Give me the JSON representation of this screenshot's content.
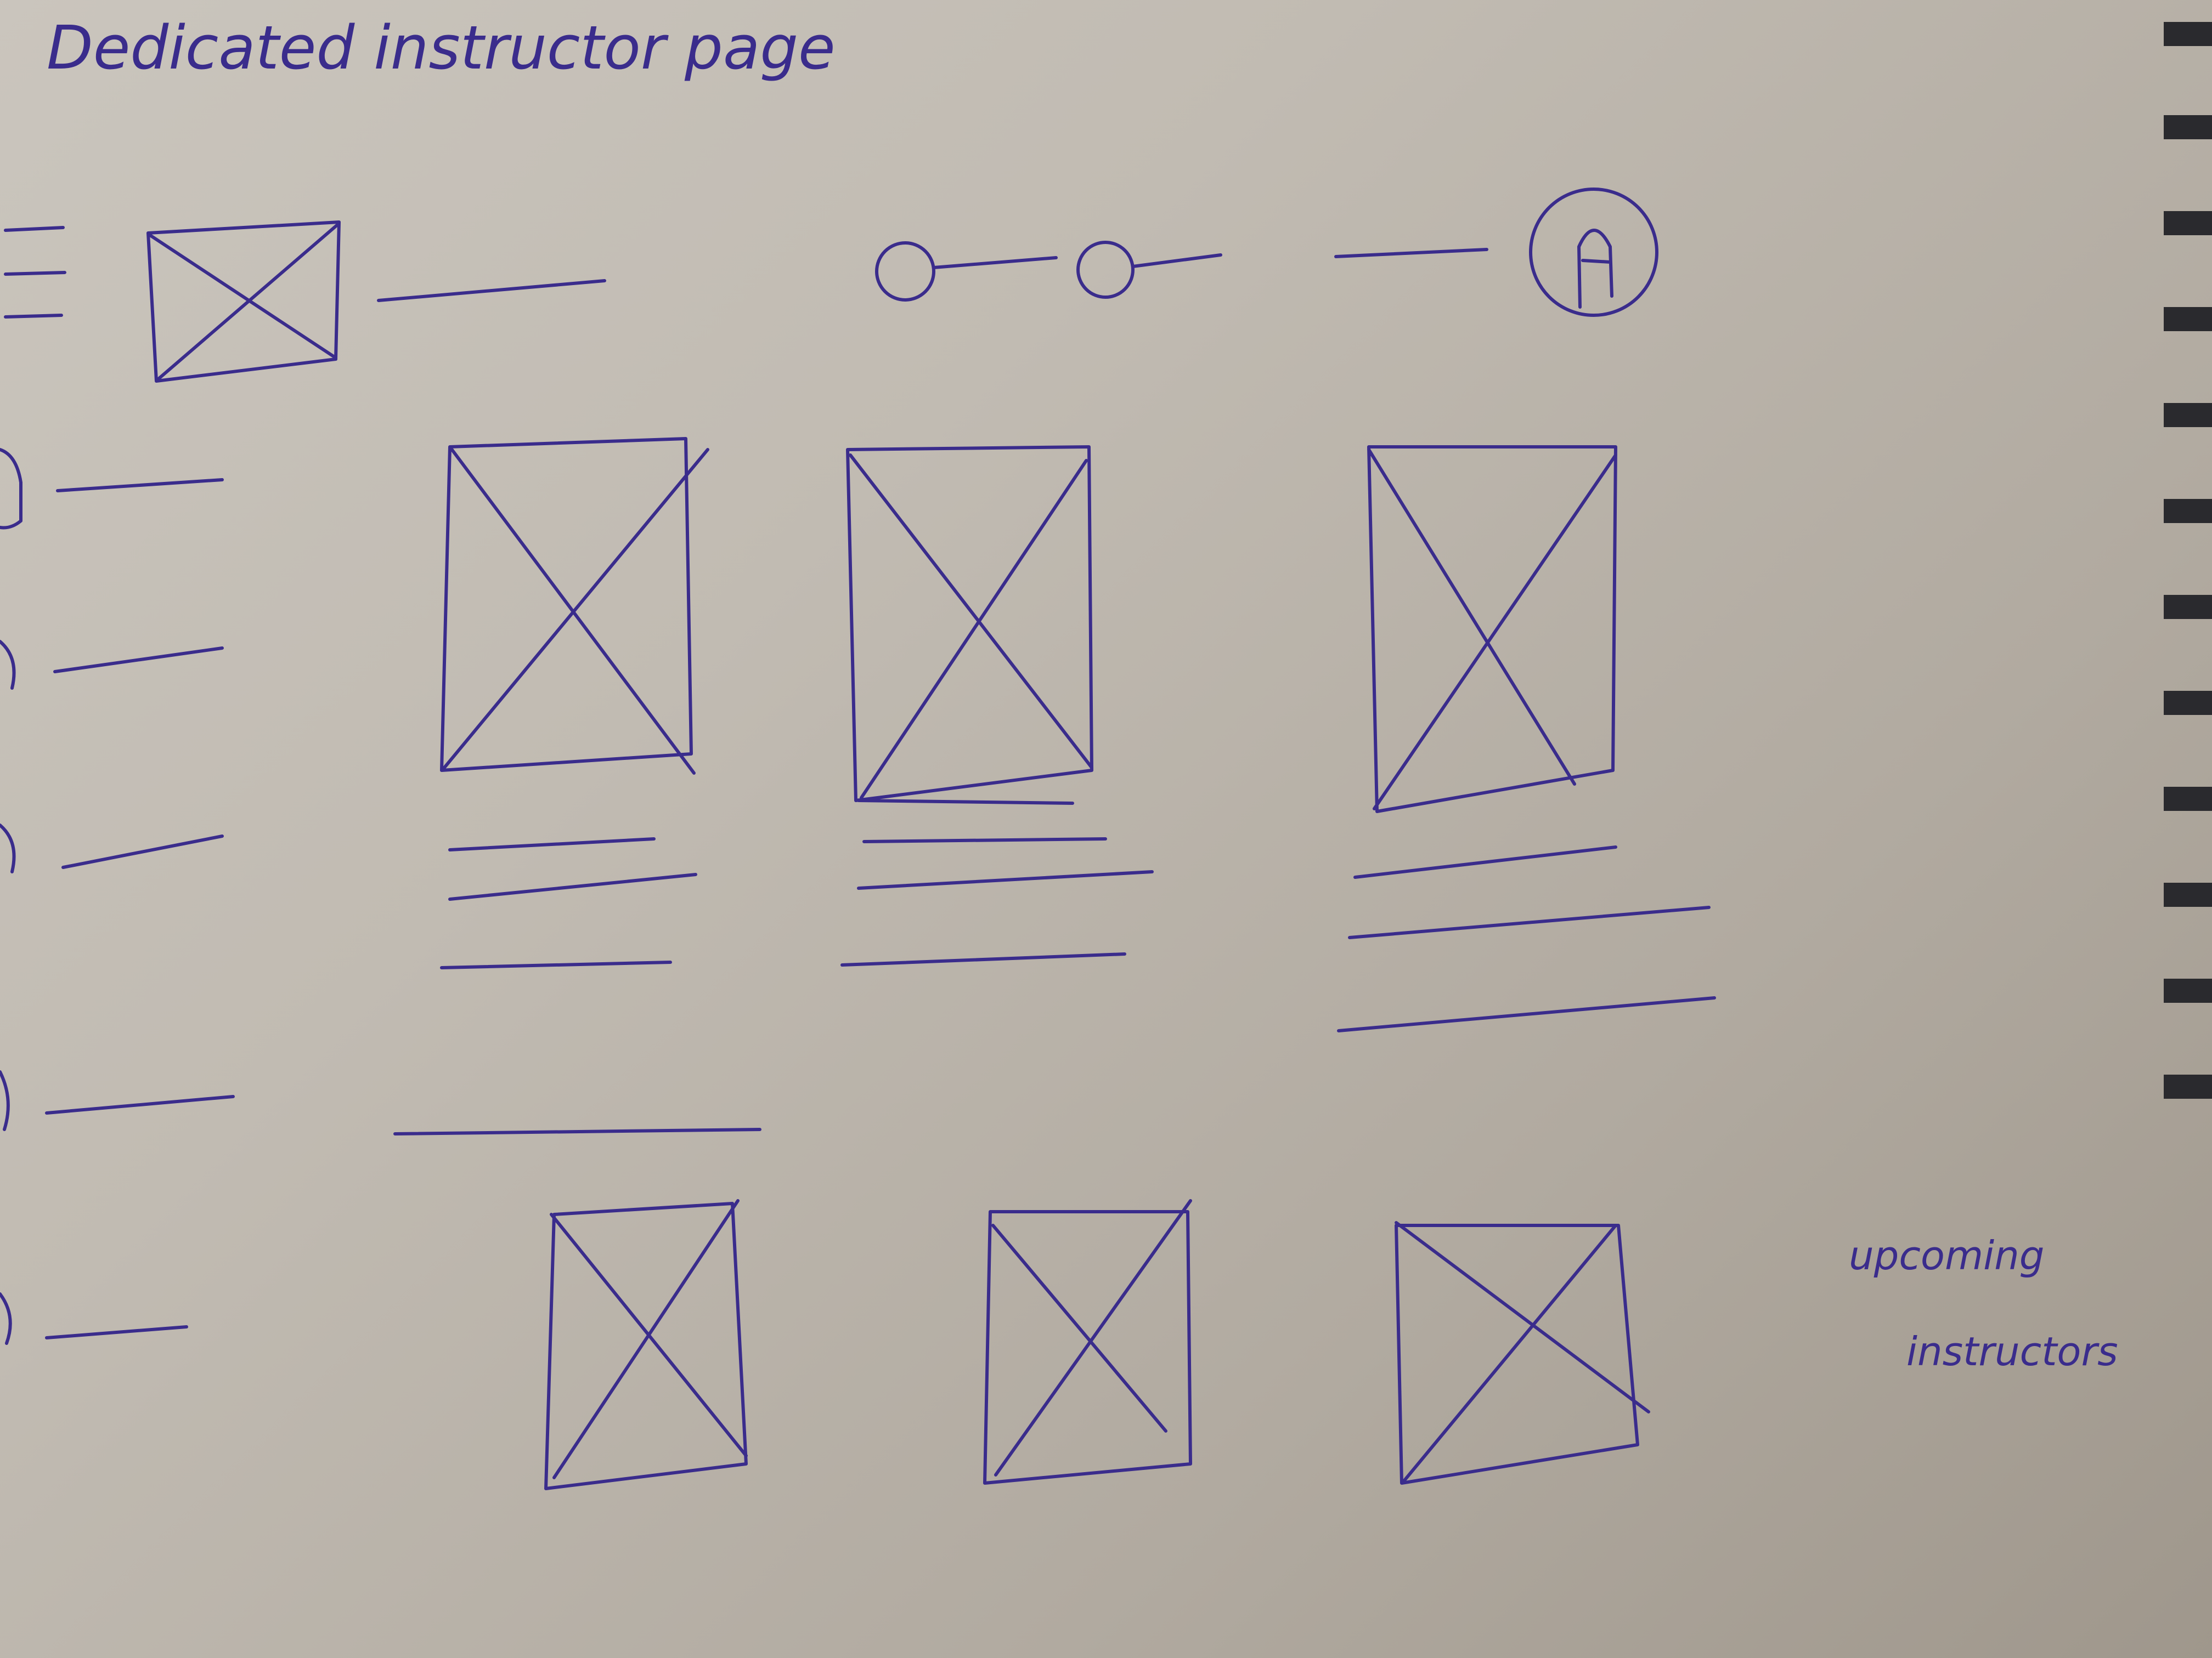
{
  "sketch": {
    "title": "Dedicated instructor page",
    "annotation_line1": "upcoming",
    "annotation_line2": "instructors",
    "ink_color": "#3a2c8c",
    "paper_color": "#c6c1b9"
  },
  "icons": {
    "menu": "hamburger-menu-icon",
    "logo": "image-placeholder-icon",
    "search": "search-icon",
    "avatar": "user-avatar-icon"
  }
}
